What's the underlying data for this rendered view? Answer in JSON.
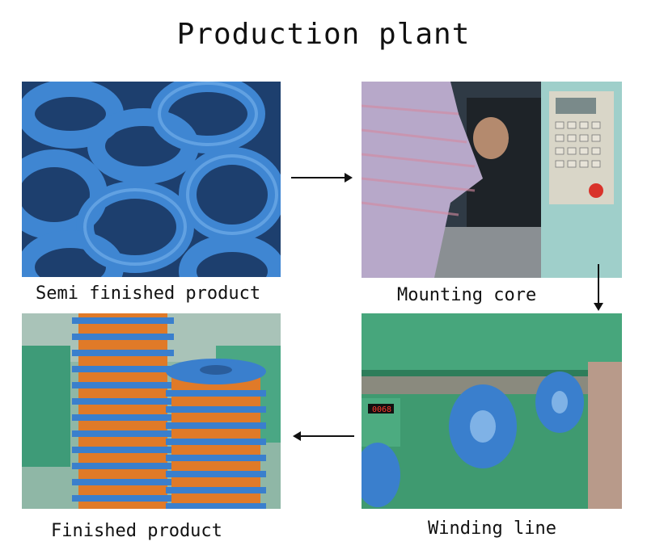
{
  "title": "Production plant",
  "steps": [
    {
      "label": "Semi finished product"
    },
    {
      "label": "Mounting core"
    },
    {
      "label": "Winding line"
    },
    {
      "label": "Finished product"
    }
  ],
  "display": {
    "counter_value": "0068"
  },
  "colors": {
    "spool_blue": "#3d7fc6",
    "machine_green": "#3ea374",
    "line_orange": "#e07a28"
  }
}
